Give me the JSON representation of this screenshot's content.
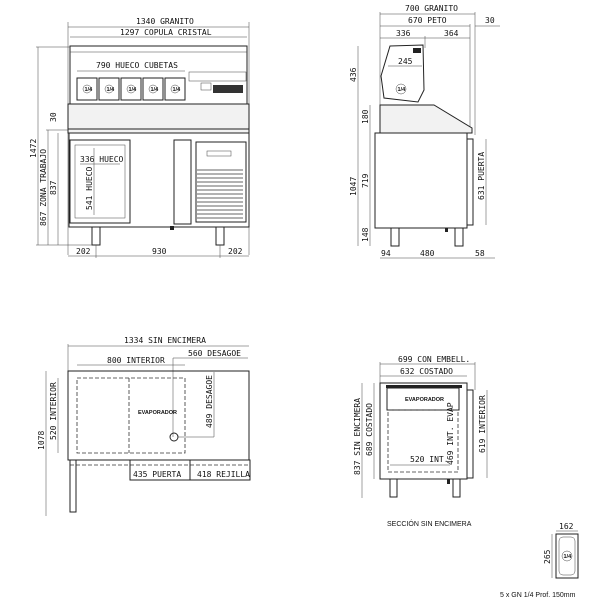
{
  "front": {
    "granite": "1340 GRANITO",
    "glass": "1297 COPULA CRISTAL",
    "pans": "790 HUECO CUBETAS",
    "pan_label": "1/4",
    "height_total": "1472",
    "work_zone": "867 ZONA TRABAJO",
    "h837": "837",
    "h30": "30",
    "hole_w": "336 HUECO",
    "hole_h": "541 HUECO",
    "b_left": "202",
    "b_mid": "930",
    "b_right": "202"
  },
  "side": {
    "granite": "700 GRANITO",
    "peto": "670 PETO",
    "d336": "336",
    "d364": "364",
    "d30": "30",
    "d245": "245",
    "d436": "436",
    "d180": "180",
    "d1047": "1047",
    "d719": "719",
    "d148": "148",
    "door": "631 PUERTA",
    "b94": "94",
    "b480": "480",
    "b58": "58",
    "pan_label": "1/4"
  },
  "plan": {
    "width": "1334 SIN ENCIMERA",
    "interior_w": "800 INTERIOR",
    "drain_w": "560 DESAGOE",
    "evaporator": "EVAPORADOR",
    "drain_h": "489 DESAGOE",
    "interior_h": "520 INTERIOR",
    "depth": "1078",
    "door": "435 PUERTA",
    "grille": "418 REJILLA"
  },
  "section": {
    "w699": "699 CON EMBELL.",
    "w632": "632 COSTADO",
    "evaporator": "EVAPORADOR",
    "int520": "520 INT.",
    "evap469": "469 INT. EVAP",
    "int619": "619 INTERIOR",
    "cost689": "689 COSTADO",
    "h837": "837 SIN ENCIMERA",
    "caption": "SECCIÓN SIN ENCIMERA"
  },
  "gn": {
    "w": "162",
    "h": "265",
    "label": "1/4",
    "caption": "5 x GN 1/4 Prof. 150mm"
  }
}
